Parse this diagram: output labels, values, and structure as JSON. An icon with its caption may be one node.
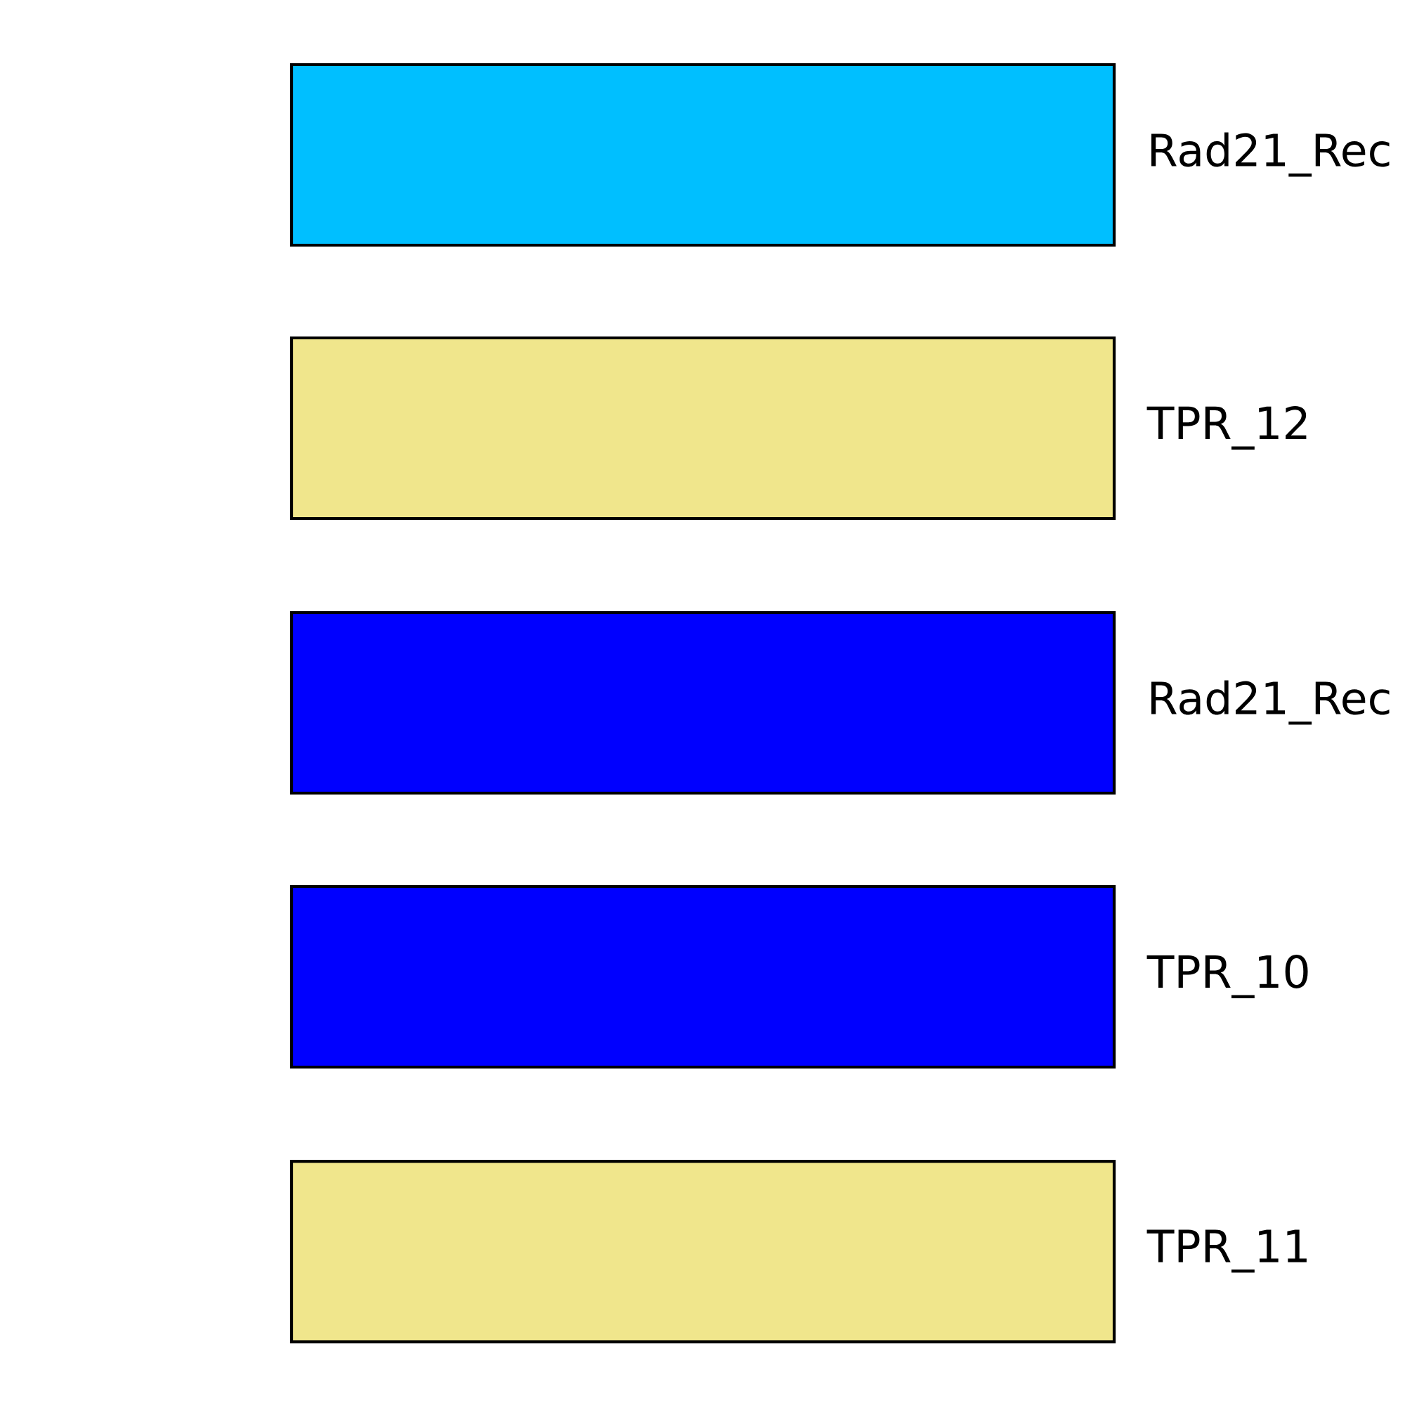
{
  "diagram": {
    "legend": [
      {
        "text": "Rad21_Rec",
        "color": "#00bfff"
      },
      {
        "text": "TPR_12",
        "color": "#f0e68c"
      },
      {
        "text": "Rad21_Rec",
        "color": "#0000ff"
      },
      {
        "text": "TPR_10",
        "color": "#0000ff"
      },
      {
        "text": "TPR_11",
        "color": "#f0e68c"
      }
    ]
  }
}
